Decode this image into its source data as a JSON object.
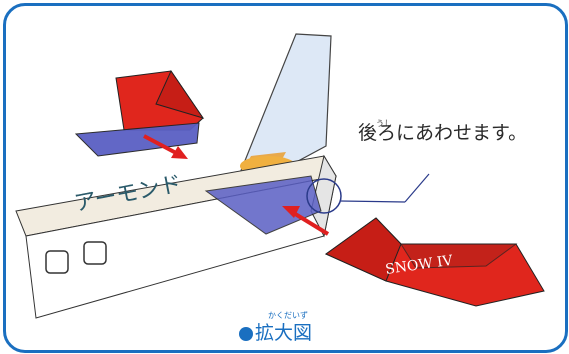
{
  "callout": {
    "ruby": "うし",
    "text": "後ろにあわせます。"
  },
  "caption": {
    "ruby": "かくだいず",
    "text": "拡大図"
  },
  "package": {
    "left_text": "アーモンド",
    "wing_text": "SNOW IV"
  },
  "colors": {
    "frame": "#1a6fc0",
    "accent_blue": "#5a5fc4",
    "arrow": "#e02020",
    "package_red": "#e0261d"
  }
}
